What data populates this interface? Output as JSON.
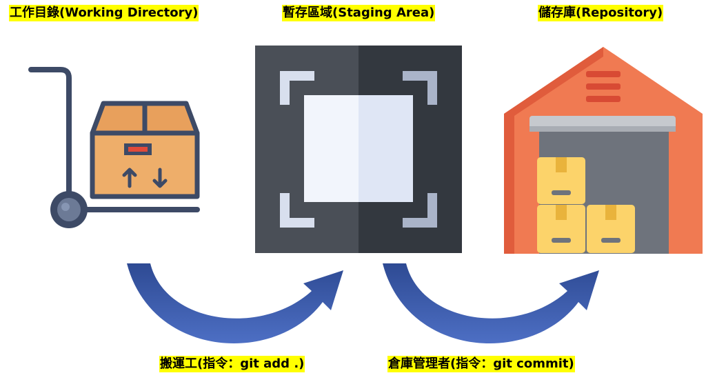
{
  "labels": {
    "working_directory": "工作目錄(Working Directory)",
    "staging_area": "暫存區域(Staging Area)",
    "repository": "儲存庫(Repository)",
    "git_add": "搬運工(指令：git add .)",
    "git_commit": "倉庫管理者(指令：git commit)"
  },
  "icons": {
    "working_directory": "hand-truck-with-box-icon",
    "staging_area": "frame-selection-icon",
    "repository": "warehouse-icon"
  },
  "colors": {
    "label_highlight": "#ffff00",
    "arrow": "#3b5aa8",
    "box": "#e8a05c",
    "cart": "#3d4a66",
    "staging_left": "#4a4f57",
    "staging_right": "#33383f",
    "warehouse": "#f07a52",
    "crate": "#fcd36a"
  }
}
